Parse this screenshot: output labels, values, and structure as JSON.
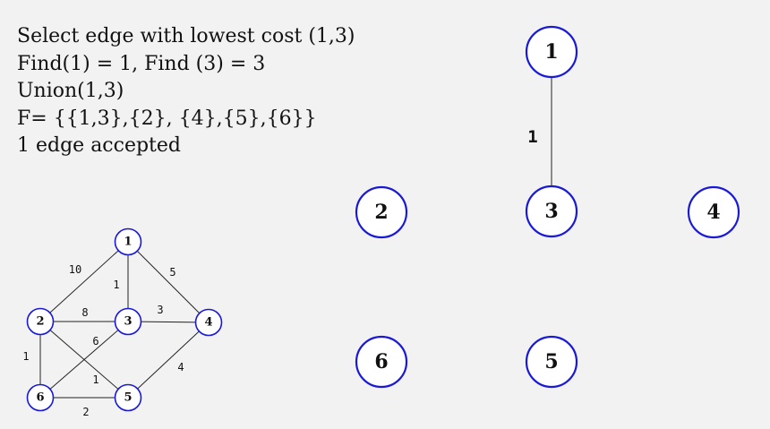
{
  "steps": [
    "Select edge with lowest cost (1,3)",
    "Find(1) = 1, Find (3) = 3",
    "Union(1,3)",
    "F= {{1,3},{2}, {4},{5},{6}}",
    "1 edge accepted"
  ],
  "forest": {
    "nodes": [
      {
        "id": "1",
        "label": "1"
      },
      {
        "id": "2",
        "label": "2"
      },
      {
        "id": "3",
        "label": "3"
      },
      {
        "id": "4",
        "label": "4"
      },
      {
        "id": "5",
        "label": "5"
      },
      {
        "id": "6",
        "label": "6"
      }
    ],
    "edges": [
      {
        "from": "1",
        "to": "3",
        "weight": "1"
      }
    ],
    "colors": {
      "node_stroke": "#1a1ad6",
      "edge": "#222222"
    }
  },
  "graph": {
    "nodes": [
      {
        "id": "1",
        "label": "1"
      },
      {
        "id": "2",
        "label": "2"
      },
      {
        "id": "3",
        "label": "3"
      },
      {
        "id": "4",
        "label": "4"
      },
      {
        "id": "5",
        "label": "5"
      },
      {
        "id": "6",
        "label": "6"
      }
    ],
    "edges": [
      {
        "from": "1",
        "to": "2",
        "weight": "10"
      },
      {
        "from": "1",
        "to": "3",
        "weight": "1"
      },
      {
        "from": "1",
        "to": "4",
        "weight": "5"
      },
      {
        "from": "2",
        "to": "3",
        "weight": "8"
      },
      {
        "from": "3",
        "to": "4",
        "weight": "3"
      },
      {
        "from": "3",
        "to": "6",
        "weight": "6"
      },
      {
        "from": "2",
        "to": "6",
        "weight": "1"
      },
      {
        "from": "2",
        "to": "5",
        "weight": "1"
      },
      {
        "from": "4",
        "to": "5",
        "weight": "4"
      },
      {
        "from": "6",
        "to": "5",
        "weight": "2"
      }
    ],
    "colors": {
      "node_stroke": "#1a1ad6",
      "edge": "#222222"
    }
  }
}
